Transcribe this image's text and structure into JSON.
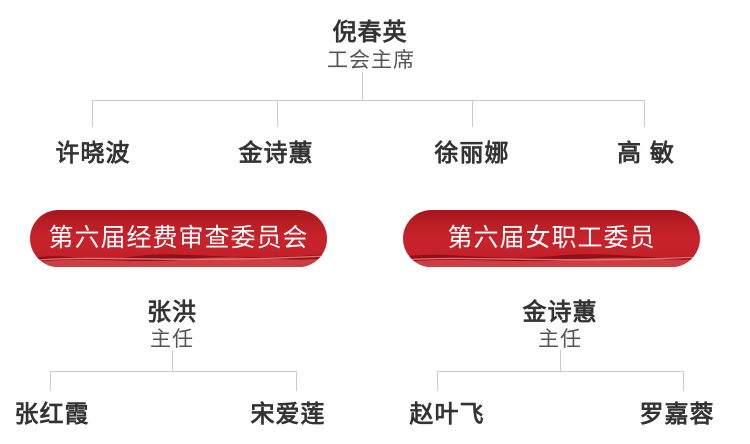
{
  "org_chart": {
    "root": {
      "name": "倪春英",
      "title": "工会主席"
    },
    "committee_members": [
      "许晓波",
      "金诗蕙",
      "徐丽娜",
      "高 敏"
    ],
    "branches": [
      {
        "banner_label": "第六届经费审查委员会",
        "head": {
          "name": "张洪",
          "title": "主任"
        },
        "members": [
          "张红霞",
          "宋爱莲"
        ]
      },
      {
        "banner_label": "第六届女职工委员",
        "head": {
          "name": "金诗蕙",
          "title": "主任"
        },
        "members": [
          "赵叶飞",
          "罗嘉蓉"
        ]
      }
    ],
    "colors": {
      "banner_red": "#c4212a",
      "banner_red_dark": "#a2181e",
      "ribbon_shadow": "#8c1117",
      "ribbon_highlight": "#e2565c",
      "name_text": "#333333",
      "subtitle_text": "#555555",
      "connector_line": "#cccccc"
    }
  }
}
